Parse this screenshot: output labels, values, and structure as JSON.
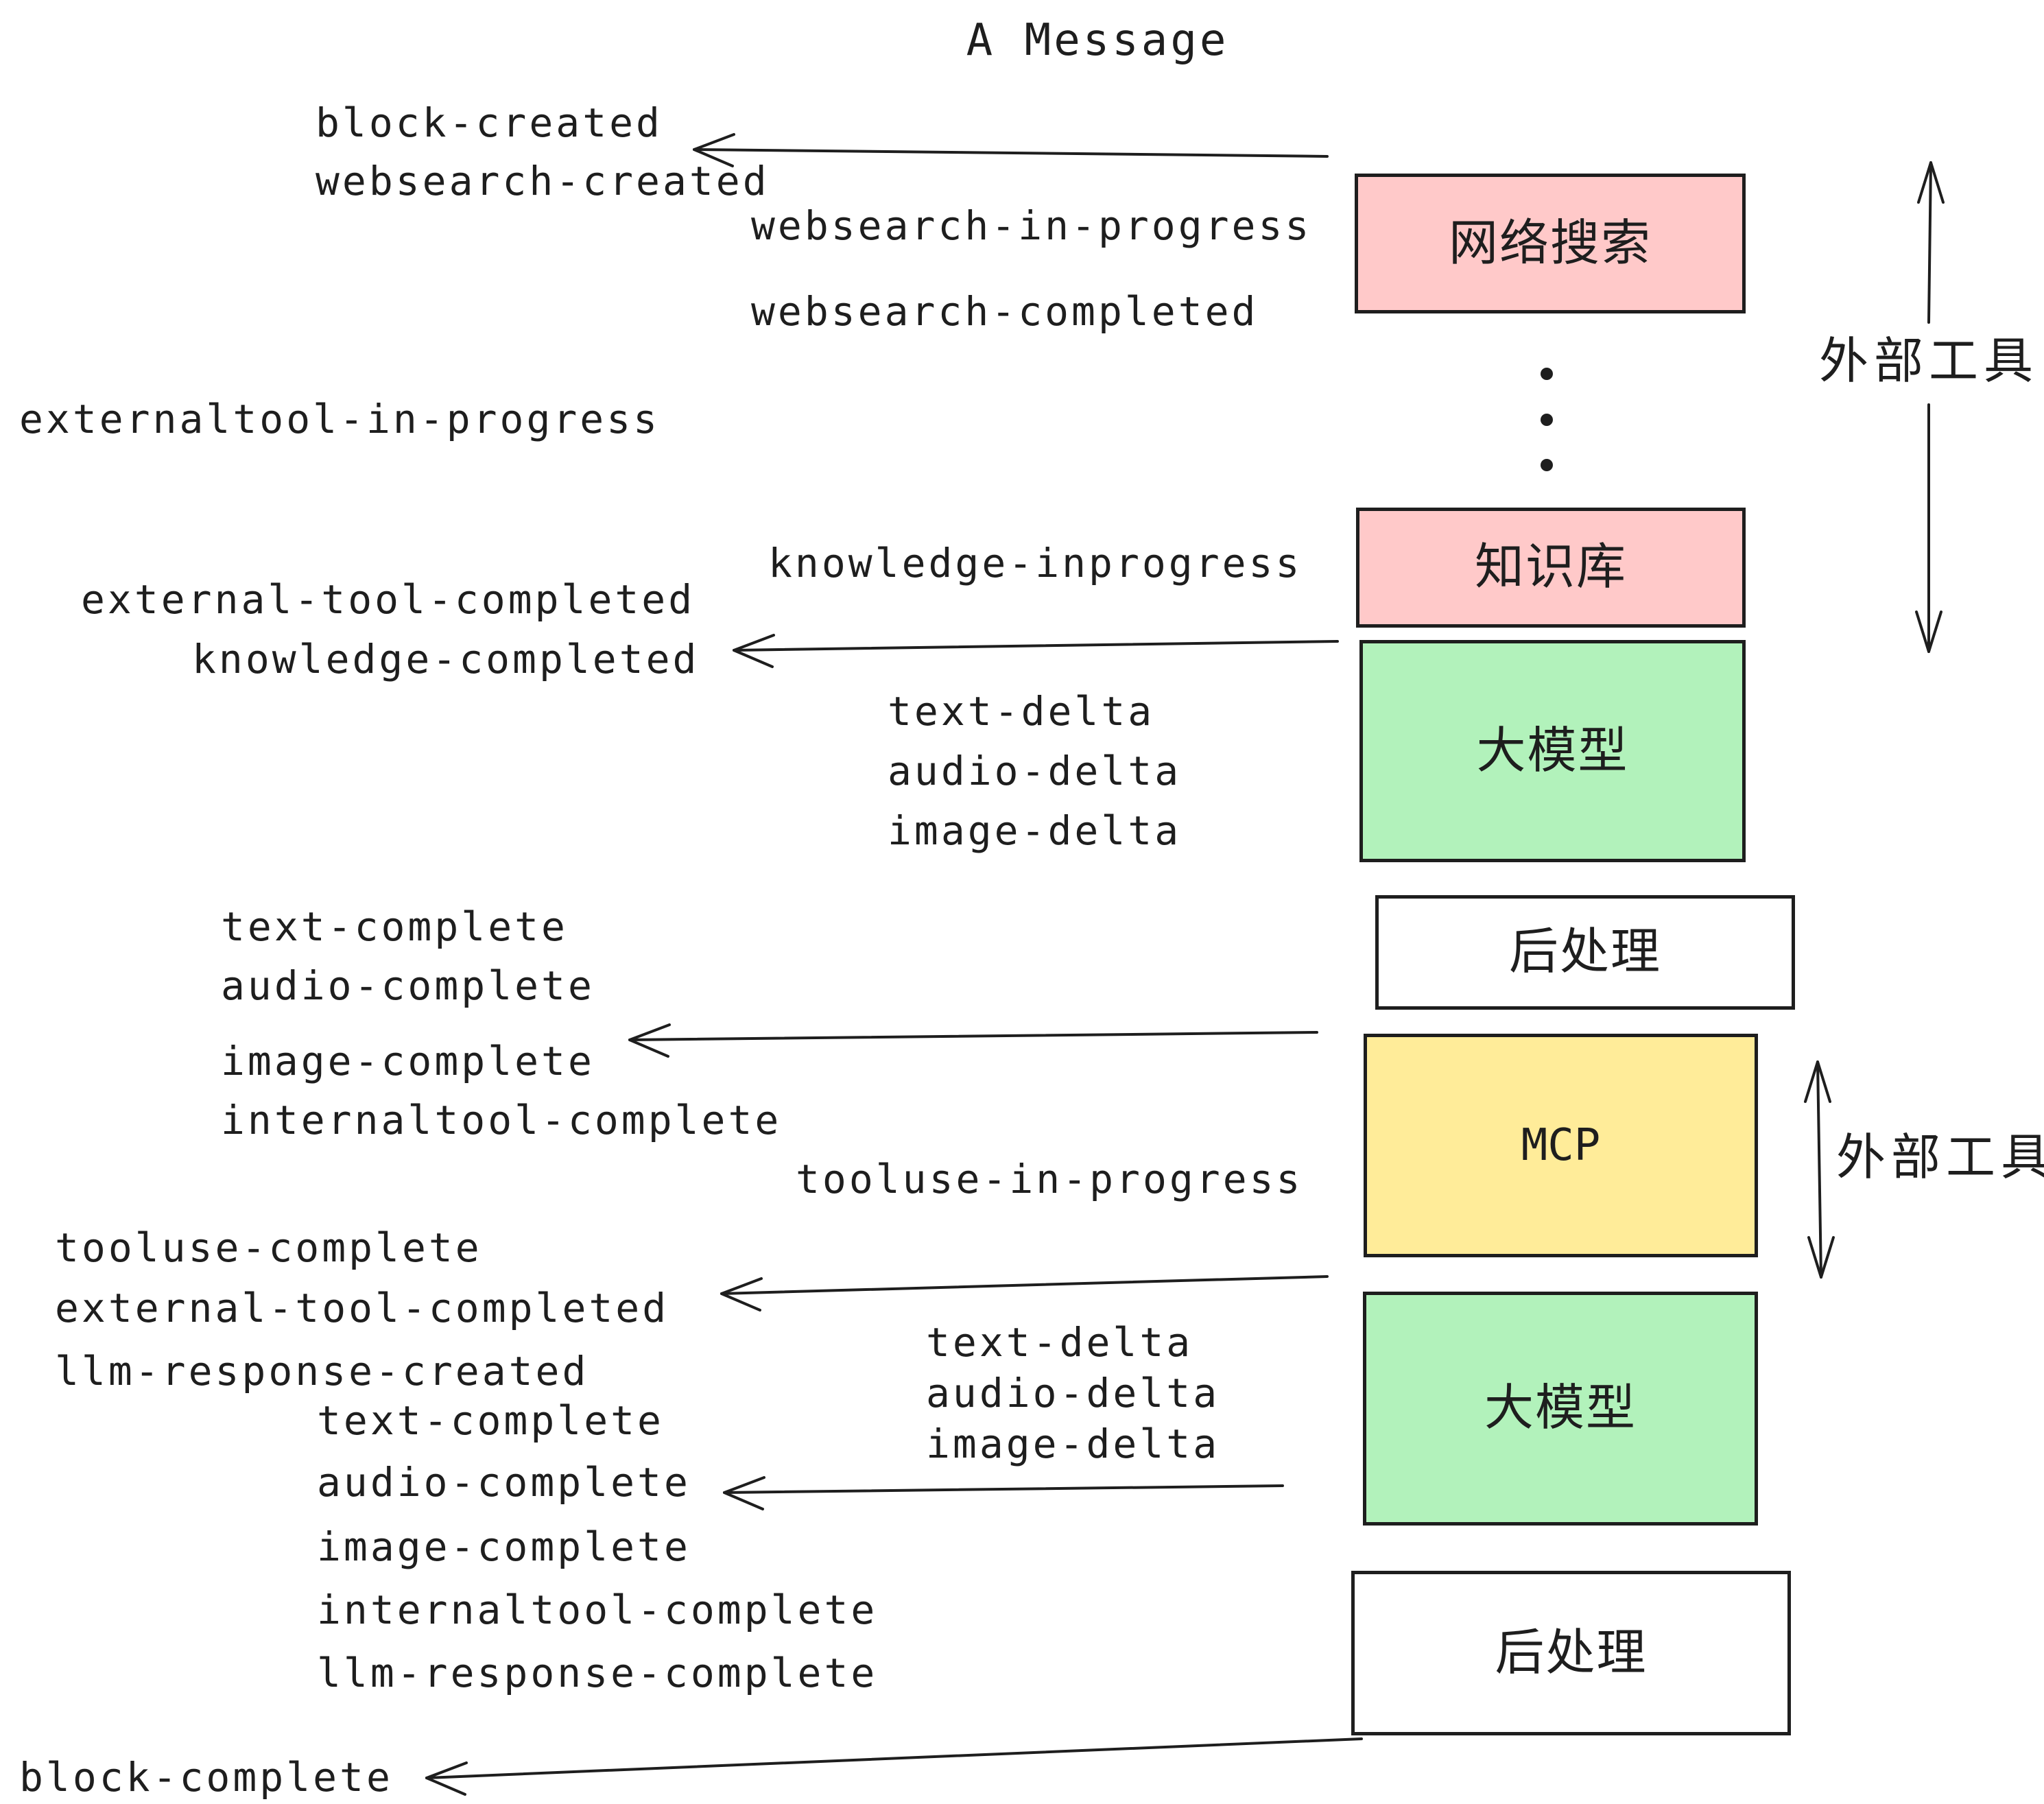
{
  "title": "A Message",
  "events": [
    "block-created",
    "websearch-created",
    "websearch-in-progress",
    "websearch-completed",
    "externaltool-in-progress",
    "knowledge-inprogress",
    "external-tool-completed",
    "knowledge-completed",
    "text-delta",
    "audio-delta",
    "image-delta",
    "text-complete",
    "audio-complete",
    "image-complete",
    "internaltool-complete",
    "tooluse-in-progress",
    "tooluse-complete",
    "external-tool-completed",
    "llm-response-created",
    "text-complete",
    "audio-complete",
    "image-complete",
    "internaltool-complete",
    "llm-response-complete",
    "text-delta",
    "audio-delta",
    "image-delta",
    "block-complete"
  ],
  "boxes": [
    {
      "label": "网络搜索",
      "color": "#ffc9c9"
    },
    {
      "label": "知识库",
      "color": "#ffc9c9"
    },
    {
      "label": "大模型",
      "color": "#b2f2bb"
    },
    {
      "label": "后处理",
      "color": "#ffffff"
    },
    {
      "label": "MCP",
      "color": "#ffec99"
    },
    {
      "label": "大模型",
      "color": "#b2f2bb"
    },
    {
      "label": "后处理",
      "color": "#ffffff"
    }
  ],
  "side_labels": [
    {
      "label": "外部工具"
    },
    {
      "label": "外部工具"
    }
  ],
  "colors": {
    "ink": "#1e1e1e",
    "pink": "#ffc9c9",
    "green": "#b2f2bb",
    "yellow": "#ffec99",
    "white": "#ffffff"
  }
}
